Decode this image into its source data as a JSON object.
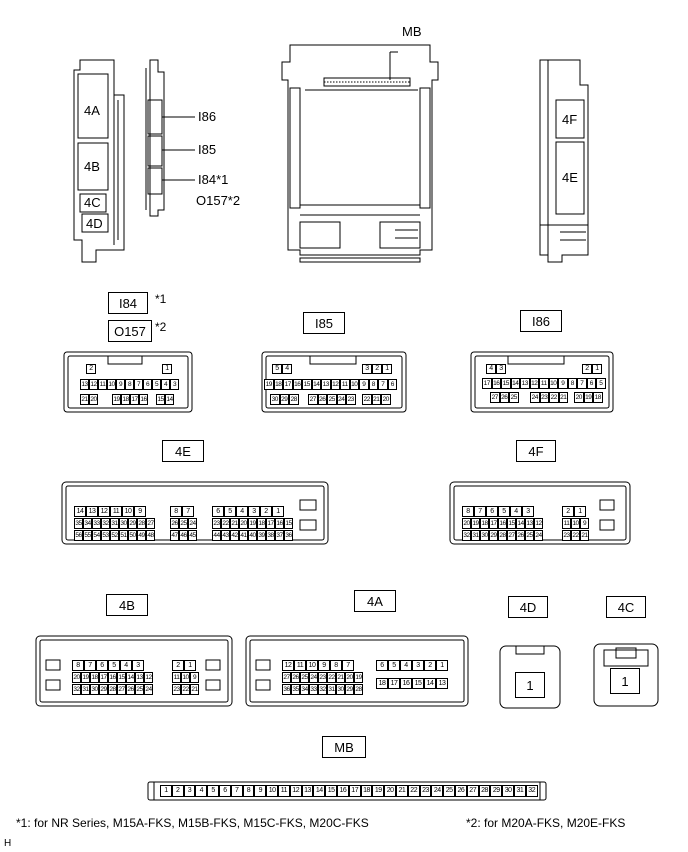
{
  "top_views": {
    "left_block": [
      "4A",
      "4B",
      "4C",
      "4D"
    ],
    "mid_block": [
      "I86",
      "I85",
      "I84*1",
      "O157*2"
    ],
    "center_block": "MB",
    "right_block": [
      "4F",
      "4E"
    ]
  },
  "connectors": {
    "i84": "I84",
    "i84_note": "*1",
    "o157": "O157",
    "o157_note": "*2",
    "i85": "I85",
    "i86": "I86",
    "c4e": "4E",
    "c4f": "4F",
    "c4b": "4B",
    "c4a": "4A",
    "c4d": "4D",
    "c4c": "4C",
    "mb": "MB",
    "c4d_pin": "1",
    "c4c_pin": "1"
  },
  "pins": {
    "i84": {
      "top": [
        "2",
        "1"
      ],
      "r1": [
        "13",
        "12",
        "11",
        "10",
        "9",
        "8",
        "7",
        "6",
        "5",
        "4",
        "3"
      ],
      "r2a": [
        "21",
        "20"
      ],
      "r2b": [
        "19",
        "18",
        "17",
        "16"
      ],
      "r2c": [
        "15",
        "14"
      ]
    },
    "i85": {
      "top_a": [
        "5",
        "4"
      ],
      "top_b": [
        "3",
        "2",
        "1"
      ],
      "r1": [
        "19",
        "18",
        "17",
        "16",
        "15",
        "14",
        "13",
        "12",
        "11",
        "10",
        "9",
        "8",
        "7",
        "6"
      ],
      "r2a": [
        "30",
        "29",
        "28"
      ],
      "r2b": [
        "27",
        "26",
        "25",
        "24",
        "23"
      ],
      "r2c": [
        "22",
        "21",
        "20"
      ]
    },
    "i86": {
      "top_a": [
        "4",
        "3"
      ],
      "top_b": [
        "2",
        "1"
      ],
      "r1": [
        "17",
        "16",
        "15",
        "14",
        "13",
        "12",
        "11",
        "10",
        "9",
        "8",
        "7",
        "6",
        "5"
      ],
      "r2a": [
        "27",
        "26",
        "25"
      ],
      "r2b": [
        "24",
        "23",
        "22",
        "21"
      ],
      "r2c": [
        "20",
        "19",
        "18"
      ]
    },
    "c4e": {
      "g1": [
        [
          "14",
          "13",
          "12",
          "11",
          "10",
          "9"
        ],
        [
          "35",
          "34",
          "33",
          "32",
          "31",
          "30",
          "29",
          "28",
          "27"
        ],
        [
          "56",
          "55",
          "54",
          "53",
          "52",
          "51",
          "50",
          "49",
          "48"
        ]
      ],
      "g2": [
        [
          "8",
          "7"
        ],
        [
          "26",
          "25",
          "24"
        ],
        [
          "47",
          "46",
          "45"
        ]
      ],
      "g3": [
        [
          "6",
          "5",
          "4",
          "3",
          "2",
          "1"
        ],
        [
          "23",
          "22",
          "21",
          "20",
          "19",
          "18",
          "17",
          "16",
          "15"
        ],
        [
          "44",
          "43",
          "42",
          "41",
          "40",
          "39",
          "38",
          "37",
          "36"
        ]
      ]
    },
    "c4f": {
      "g1": [
        [
          "8",
          "7",
          "6",
          "5",
          "4",
          "3"
        ],
        [
          "20",
          "19",
          "18",
          "17",
          "16",
          "15",
          "14",
          "13",
          "12"
        ],
        [
          "32",
          "31",
          "30",
          "29",
          "28",
          "27",
          "26",
          "25",
          "24"
        ]
      ],
      "g2": [
        [
          "2",
          "1"
        ],
        [
          "11",
          "10",
          "9"
        ],
        [
          "23",
          "22",
          "21"
        ]
      ]
    },
    "c4b": {
      "g1": [
        [
          "8",
          "7",
          "6",
          "5",
          "4",
          "3"
        ],
        [
          "20",
          "19",
          "18",
          "17",
          "16",
          "15",
          "14",
          "13",
          "12"
        ],
        [
          "32",
          "31",
          "30",
          "29",
          "28",
          "27",
          "26",
          "25",
          "24"
        ]
      ],
      "g2": [
        [
          "2",
          "1"
        ],
        [
          "11",
          "10",
          "9"
        ],
        [
          "23",
          "22",
          "21"
        ]
      ]
    },
    "c4a": {
      "g1": [
        [
          "12",
          "11",
          "10",
          "9",
          "8",
          "7"
        ],
        [
          "27",
          "26",
          "25",
          "24",
          "23",
          "22",
          "21",
          "20",
          "19"
        ],
        [
          "36",
          "35",
          "34",
          "33",
          "32",
          "31",
          "30",
          "29",
          "28"
        ]
      ],
      "g2": [
        [
          "6",
          "5",
          "4",
          "3",
          "2",
          "1"
        ],
        [
          "18",
          "17",
          "16",
          "15",
          "14",
          "13"
        ]
      ]
    },
    "mb": [
      "1",
      "2",
      "3",
      "4",
      "5",
      "6",
      "7",
      "8",
      "9",
      "10",
      "11",
      "12",
      "13",
      "14",
      "15",
      "16",
      "17",
      "18",
      "19",
      "20",
      "21",
      "22",
      "23",
      "24",
      "25",
      "26",
      "27",
      "28",
      "29",
      "30",
      "31",
      "32"
    ]
  },
  "footnotes": {
    "n1": "*1: for NR Series, M15A-FKS, M15B-FKS, M15C-FKS, M20C-FKS",
    "n2": "*2: for M20A-FKS, M20E-FKS"
  },
  "corner_mark": "H"
}
